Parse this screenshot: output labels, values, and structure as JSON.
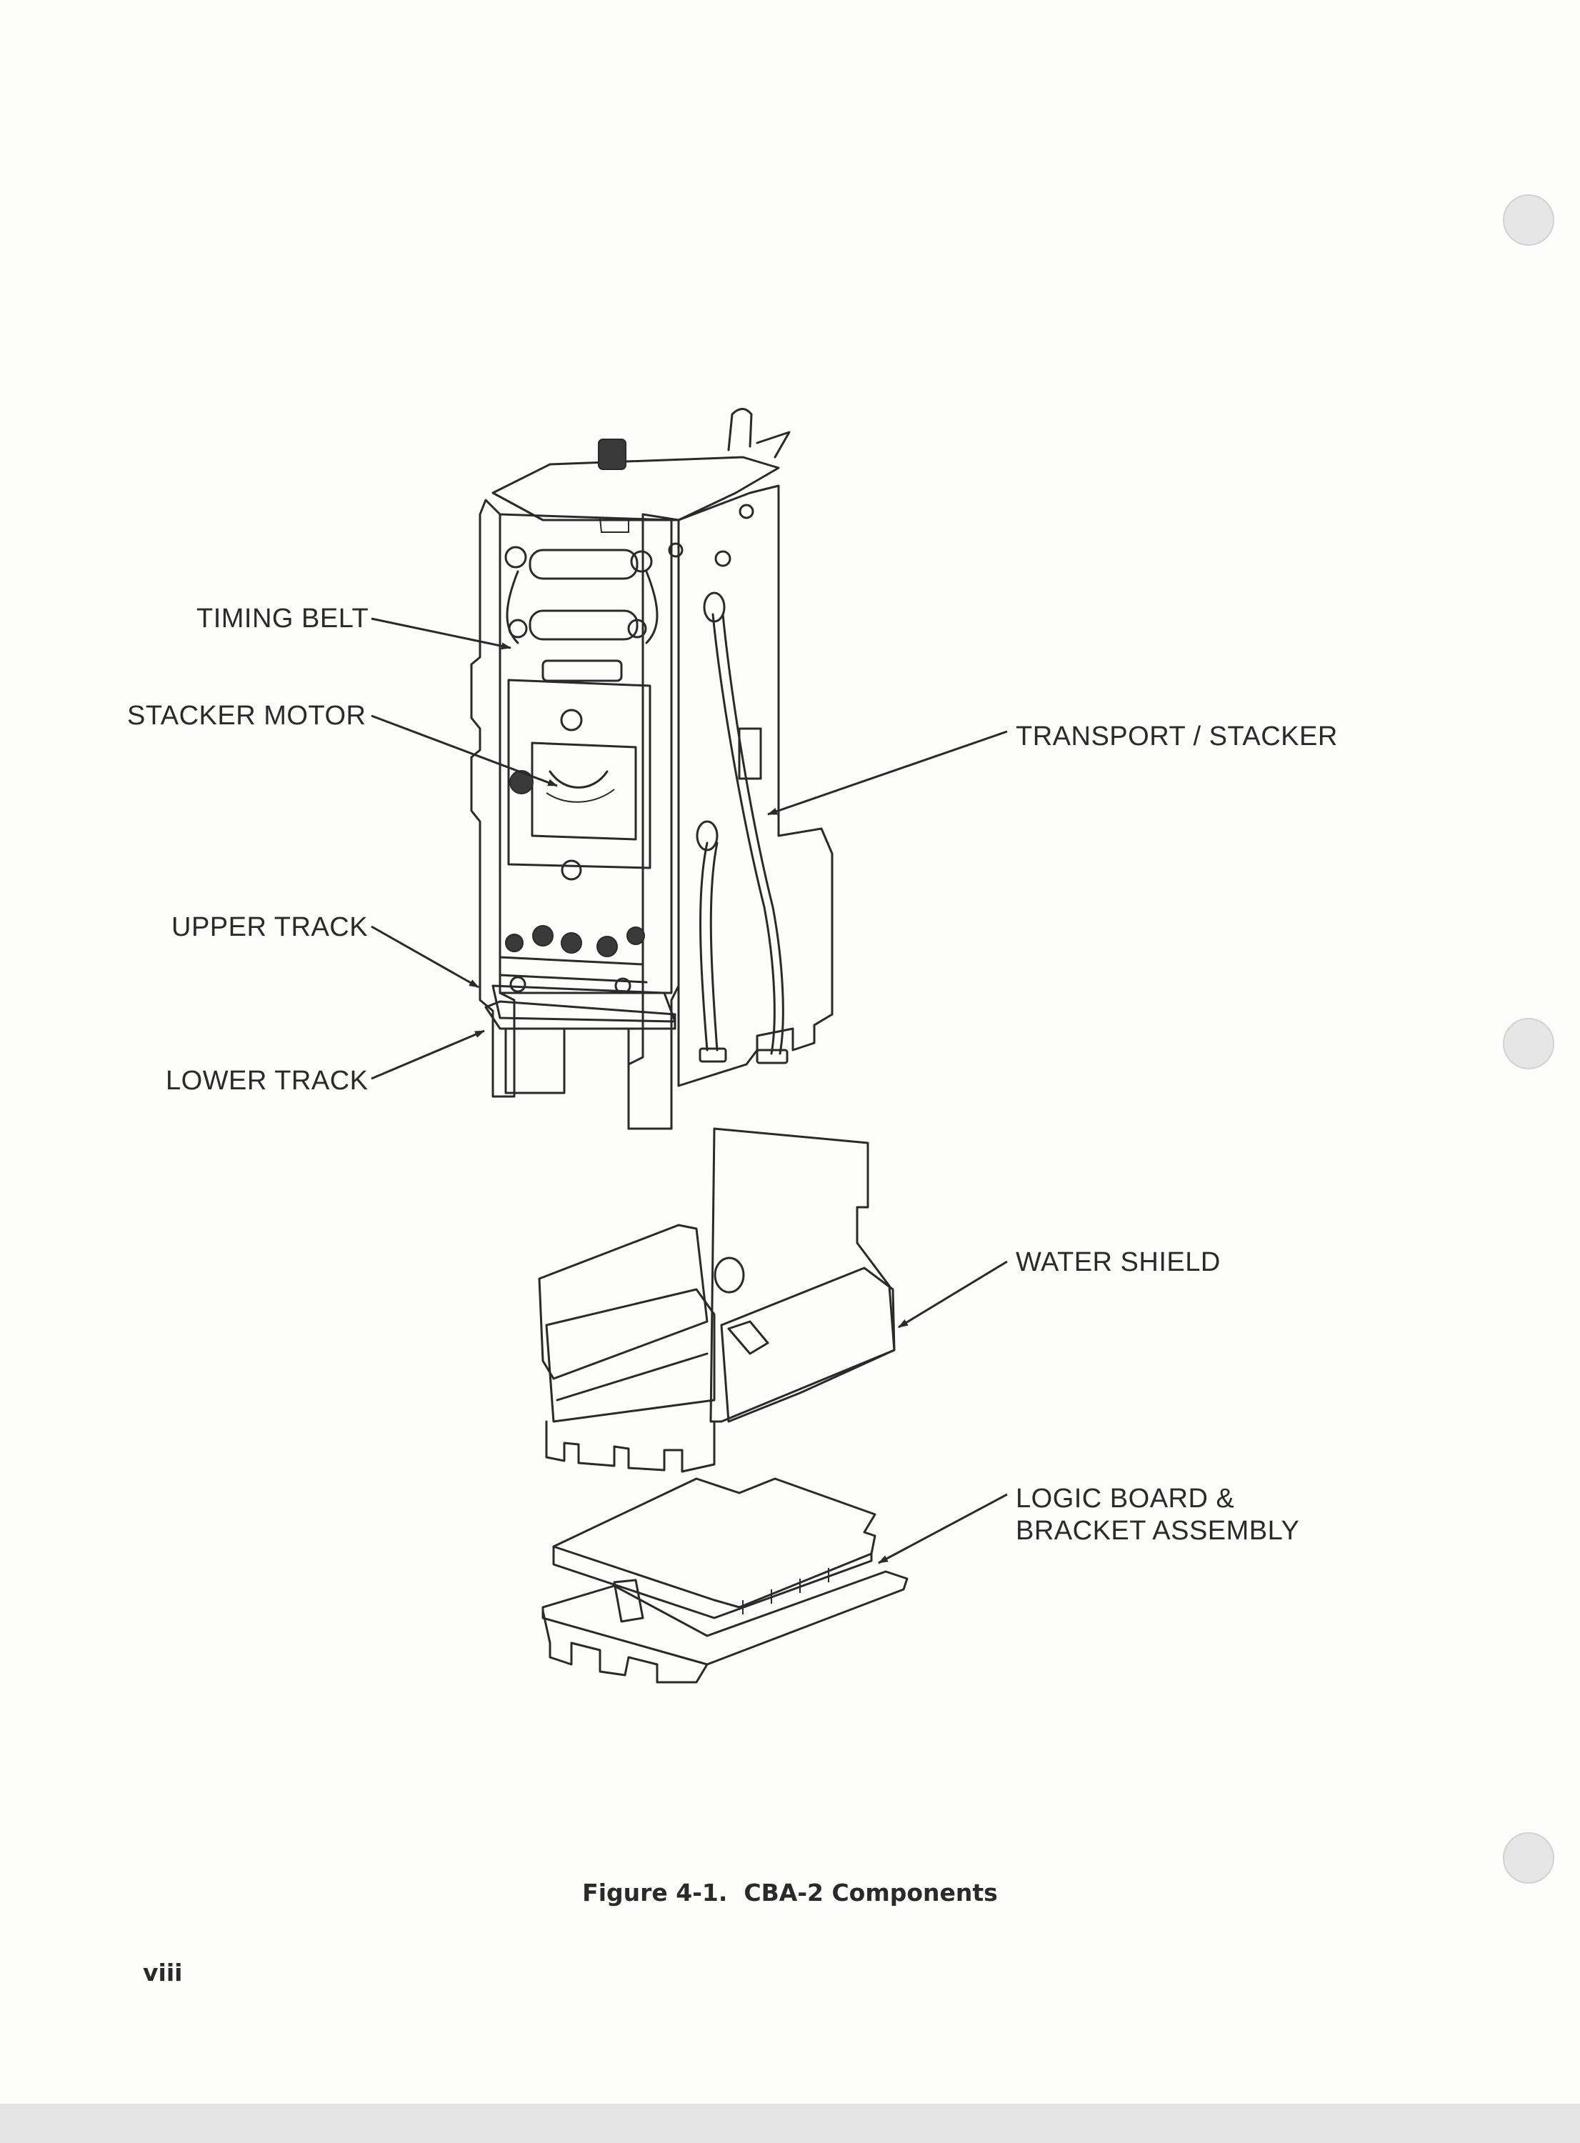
{
  "figure": {
    "labels": {
      "timing_belt": "TIMING BELT",
      "stacker_motor": "STACKER MOTOR",
      "upper_track": "UPPER TRACK",
      "lower_track": "LOWER TRACK",
      "transport_stacker": "TRANSPORT / STACKER",
      "water_shield": "WATER SHIELD",
      "logic_board_line1": "LOGIC BOARD &",
      "logic_board_line2": "BRACKET ASSEMBLY"
    },
    "caption": "Figure 4-1.  CBA-2 Components"
  },
  "page_number": "viii"
}
